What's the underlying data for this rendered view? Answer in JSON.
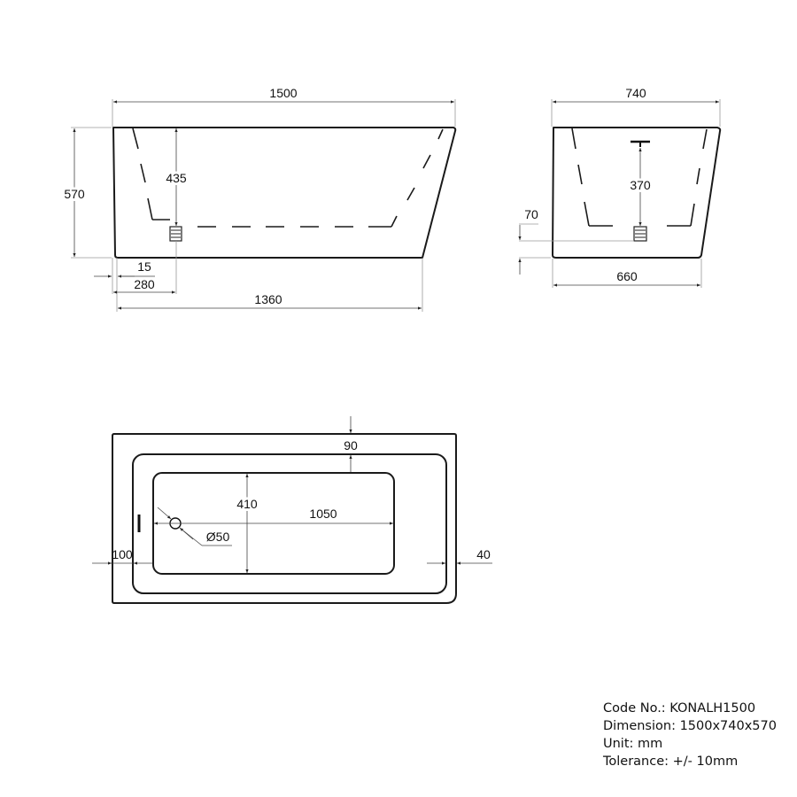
{
  "side_view": {
    "overall_length": "1500",
    "height": "570",
    "waste_height": "435",
    "base_offset": "15",
    "waste_offset": "280",
    "base_length": "1360"
  },
  "end_view": {
    "overall_width": "740",
    "overflow_height": "370",
    "waste_offset_height": "70",
    "base_width": "660"
  },
  "plan_view": {
    "rim_top": "90",
    "inner_depth": "410",
    "inner_length": "1050",
    "waste_diameter": "Ø50",
    "rim_left": "100",
    "rim_right": "40"
  },
  "info": {
    "code": "Code No.: KONALH1500",
    "dimension": "Dimension: 1500x740x570",
    "unit": "Unit: mm",
    "tolerance": "Tolerance: +/- 10mm"
  }
}
